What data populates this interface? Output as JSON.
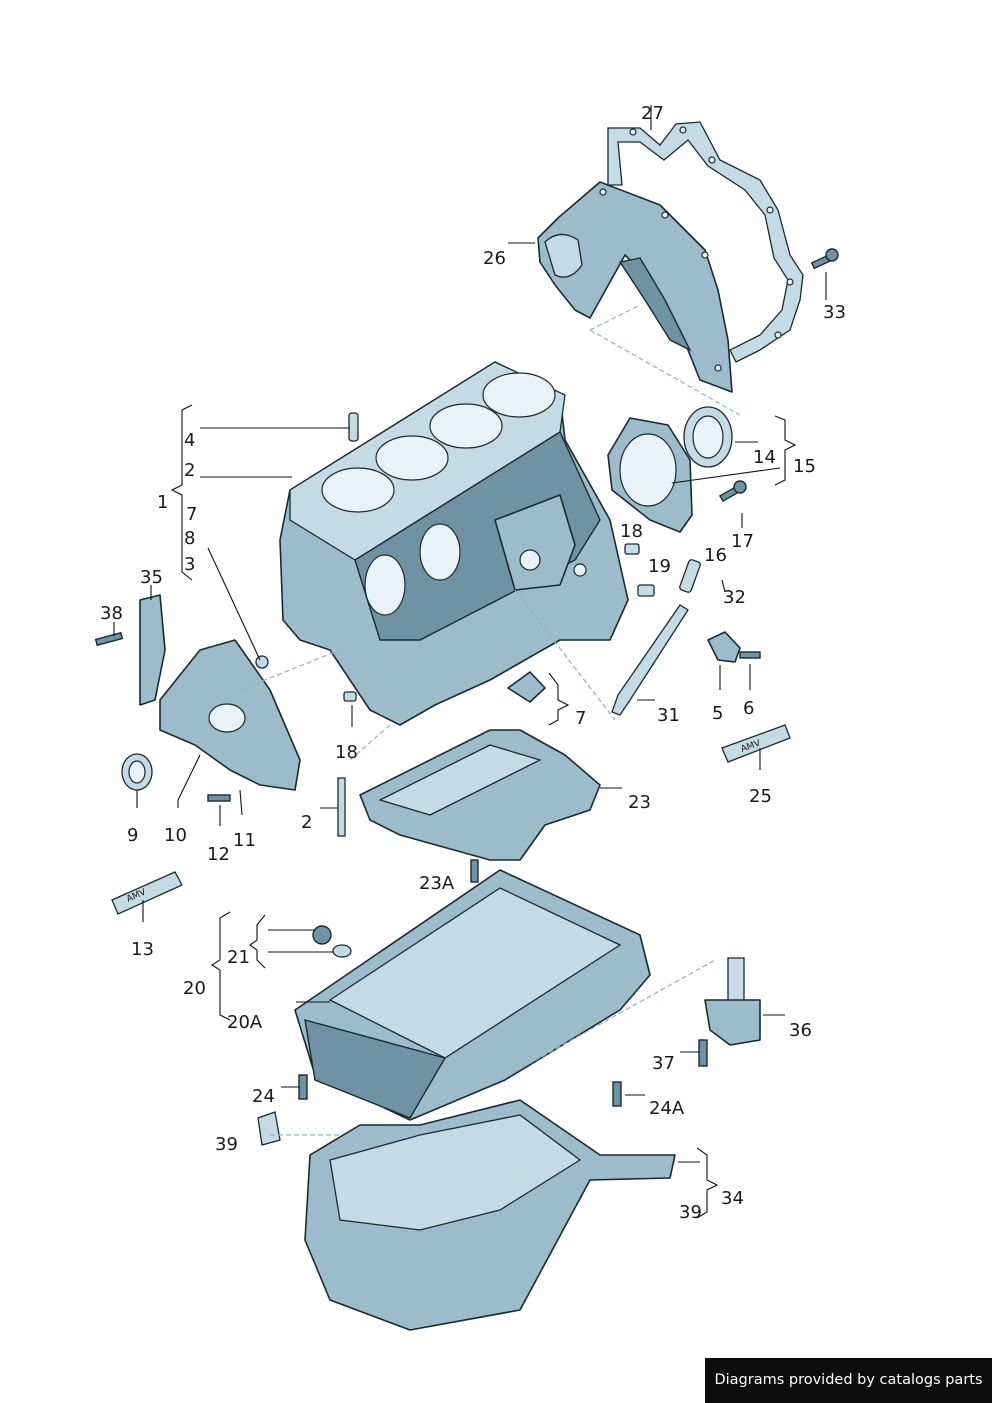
{
  "callouts": {
    "c27": "27",
    "c26": "26",
    "c33": "33",
    "c4": "4",
    "c2a": "2",
    "c1": "1",
    "c7a": "7",
    "c8": "8",
    "c3": "3",
    "c14": "14",
    "c15": "15",
    "c17": "17",
    "c16": "16",
    "c32": "32",
    "c18a": "18",
    "c19": "19",
    "c35": "35",
    "c38": "38",
    "c5": "5",
    "c6": "6",
    "c31": "31",
    "c7b": "7",
    "c18b": "18",
    "c9": "9",
    "c10": "10",
    "c11": "11",
    "c12": "12",
    "c2b": "2",
    "c23": "23",
    "c25": "25",
    "c23a": "23A",
    "c13": "13",
    "c21": "21",
    "c20": "20",
    "c20a": "20A",
    "c36": "36",
    "c37": "37",
    "c24": "24",
    "c24a": "24A",
    "c39a": "39",
    "c34": "34",
    "c39b": "39"
  },
  "tube_label": "AMV",
  "footer_text": "Diagrams provided by catalogs parts"
}
